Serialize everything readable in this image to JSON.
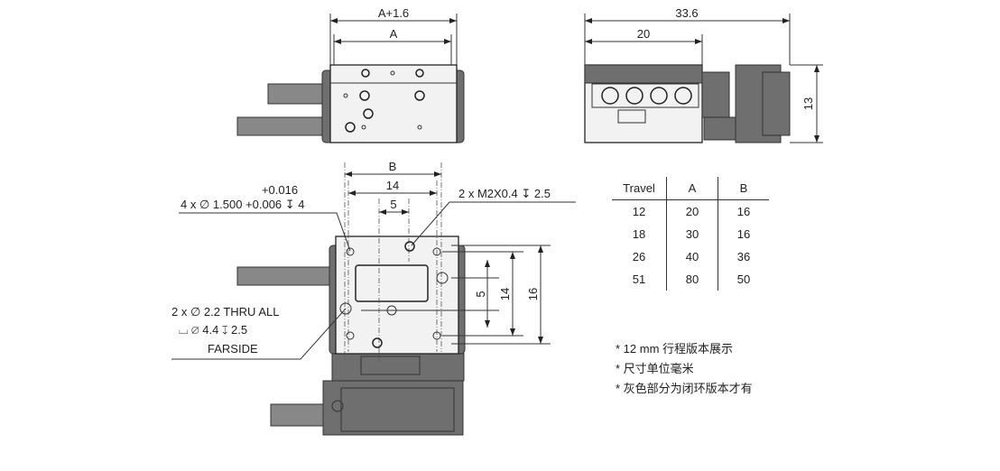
{
  "top_view": {
    "dim_outer": "A+1.6",
    "dim_inner": "A"
  },
  "side_view": {
    "dim_length": "33.6",
    "dim_partial": "20",
    "dim_height": "13"
  },
  "front_view": {
    "dim_b": "B",
    "dim_14_h": "14",
    "dim_5_h": "5",
    "dim_5_v": "5",
    "dim_14_v": "14",
    "dim_16_v": "16",
    "callout_pin_tol": "+0.016",
    "callout_pin": "4 x ∅ 1.500 +0.006 ↧ 4",
    "callout_thread": "2 x M2X0.4 ↧ 2.5",
    "callout_thru_1": "2 x ∅ 2.2 THRU ALL",
    "callout_thru_2": "⌴ ∅ 4.4 ↧ 2.5",
    "callout_thru_3": "FARSIDE"
  },
  "table": {
    "headers": [
      "Travel",
      "A",
      "B"
    ],
    "rows": [
      [
        "12",
        "20",
        "16"
      ],
      [
        "18",
        "30",
        "16"
      ],
      [
        "26",
        "40",
        "36"
      ],
      [
        "51",
        "80",
        "50"
      ]
    ]
  },
  "notes": [
    "* 12 mm 行程版本展示",
    "* 尺寸单位毫米",
    "* 灰色部分为闭环版本才有"
  ]
}
